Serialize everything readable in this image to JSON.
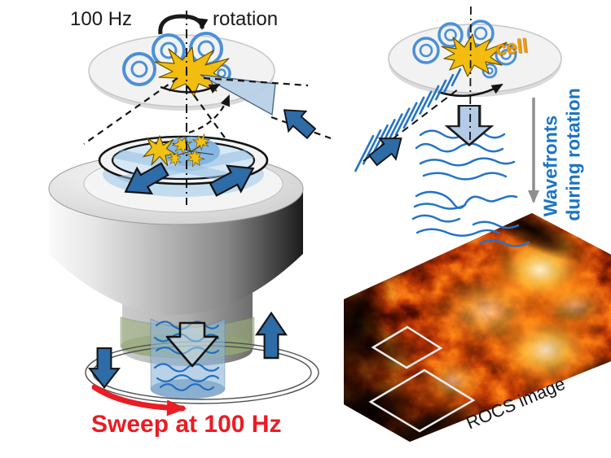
{
  "labels": {
    "frequency": "100 Hz",
    "rotation": "rotation",
    "sweep": "Sweep at 100 Hz",
    "cell": "cell",
    "wavefronts_line1": "Wavefronts",
    "wavefronts_line2": "during rotation",
    "rocs": "ROCS image"
  },
  "colors": {
    "arrow_blue": "#2e6ca8",
    "light_arrow_blue": "#b3cbe6",
    "wave_blue": "#2373c8",
    "swirl_blue": "#4a90d8",
    "label_blue": "#1b74c4",
    "sweep_red": "#ea1c24",
    "cell_yellow": "#f2c212",
    "cell_label_orange": "#f39c00",
    "gray_arrow": "#8f8f8f"
  }
}
